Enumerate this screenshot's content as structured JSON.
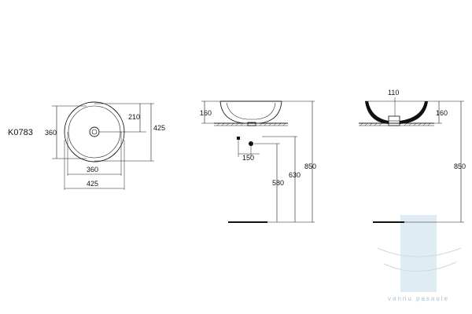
{
  "product_code": "K0783",
  "plan_view": {
    "dim_inner_height": "360",
    "dim_offset": "210",
    "dim_outer_height": "425",
    "dim_inner_width": "360",
    "dim_outer_width": "425"
  },
  "front_view": {
    "dim_bowl_height": "160",
    "dim_offset": "150",
    "dim_580": "580",
    "dim_630": "630",
    "dim_850": "850"
  },
  "side_view": {
    "dim_waste": "110",
    "dim_bowl_height": "160",
    "dim_850": "850"
  },
  "watermark": {
    "text": "vannu pasaule",
    "color": "#a7c2d2"
  }
}
